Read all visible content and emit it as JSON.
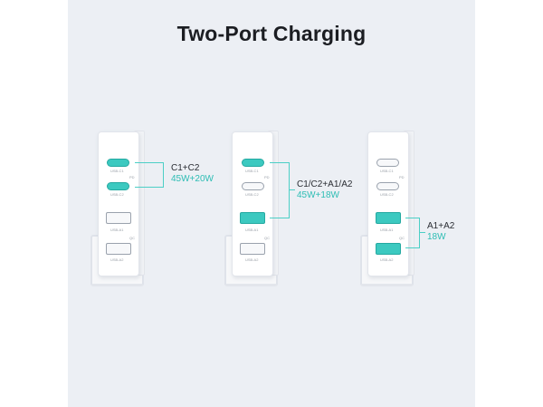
{
  "title": "Two-Port Charging",
  "colors": {
    "background": "#eceff4",
    "accent": "#3cc9c0",
    "title": "#1b1d22"
  },
  "ports": {
    "c1": "USB-C1",
    "c2": "USB-C2",
    "a1": "USB-A1",
    "a2": "USB-A2",
    "pd": "PD",
    "qc": "QC"
  },
  "chargers": [
    {
      "combo": "C1+C2",
      "watts": "45W+20W",
      "active": [
        "c1",
        "c2"
      ]
    },
    {
      "combo": "C1/C2+A1/A2",
      "watts": "45W+18W",
      "active": [
        "c1",
        "a1"
      ]
    },
    {
      "combo": "A1+A2",
      "watts": "18W",
      "active": [
        "a1",
        "a2"
      ]
    }
  ]
}
